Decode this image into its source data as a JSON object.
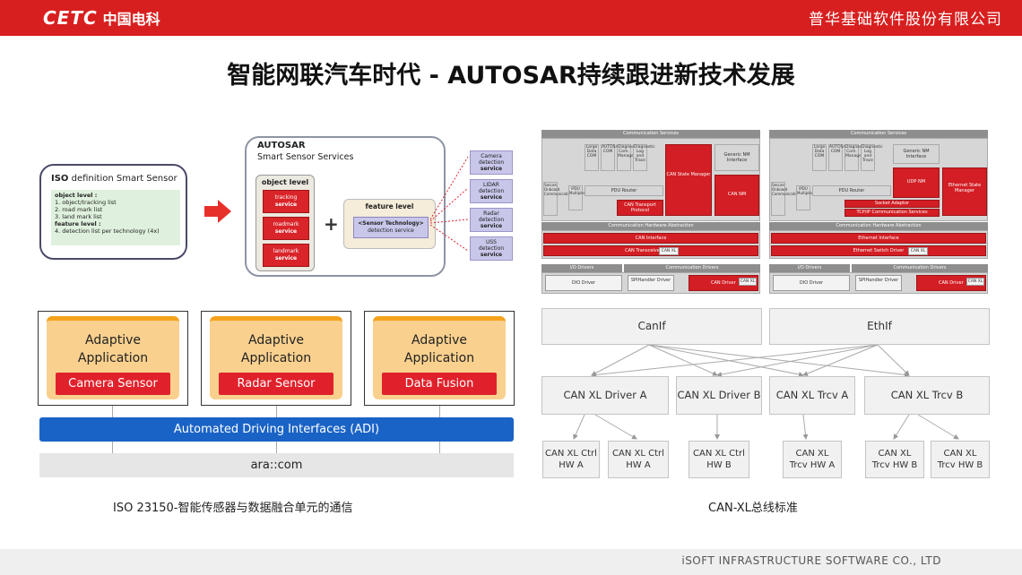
{
  "header": {
    "logo_mark": "CETC",
    "logo_cn": "中国电科",
    "company": "普华基础软件股份有限公司",
    "brand_color": "#d81f1f"
  },
  "title": "智能网联汽车时代 - AUTOSAR持续跟进新技术发展",
  "iso_panel": {
    "title_bold": "ISO",
    "title_rest": " definition Smart Sensor",
    "lines": [
      {
        "text": "object level :",
        "head": true
      },
      {
        "text": "1.  object/tracking list",
        "head": false
      },
      {
        "text": "2.  road mark list",
        "head": false
      },
      {
        "text": "3.  land mark list",
        "head": false
      },
      {
        "text": "feature level :",
        "head": true
      },
      {
        "text": "4.  detection list per technology (4x)",
        "head": false
      }
    ]
  },
  "autosar_panel": {
    "title": "AUTOSAR",
    "subtitle": "Smart Sensor Services",
    "object_level": "object level",
    "object_items": [
      {
        "name": "tracking",
        "svc": "service"
      },
      {
        "name": "roadmark",
        "svc": "service"
      },
      {
        "name": "landmark",
        "svc": "service"
      }
    ],
    "plus": "+",
    "feature_level": "feature level",
    "feature_item_name": "<Sensor Technology>",
    "feature_item_sub": "detection service"
  },
  "detection_services": [
    {
      "name": "Camera",
      "line2": "detection",
      "svc": "service"
    },
    {
      "name": "LIDAR",
      "line2": "detection",
      "svc": "service"
    },
    {
      "name": "Radar",
      "line2": "detection",
      "svc": "service"
    },
    {
      "name": "USS",
      "line2": "detection",
      "svc": "service"
    }
  ],
  "adi": {
    "apps": [
      {
        "title1": "Adaptive",
        "title2": "Application",
        "inner": "Camera Sensor"
      },
      {
        "title1": "Adaptive",
        "title2": "Application",
        "inner": "Radar Sensor"
      },
      {
        "title1": "Adaptive",
        "title2": "Application",
        "inner": "Data Fusion"
      }
    ],
    "interfaces": "Automated Driving Interfaces (ADI)",
    "ara": "ara::com",
    "caption": "ISO 23150-智能传感器与数据融合单元的通信"
  },
  "can_stack_left": {
    "comm_services": "Communication Services",
    "large_data": "Large Data COM",
    "autosar_com": "AUTOSAR COM",
    "diag_com": "Diagnostic Com. Manager",
    "diag_log": "Diagnostic Log and Trace",
    "generic_nm": "Generic NM Interface",
    "state_mgr": "CAN State Manager",
    "nm": "CAN NM",
    "secure_onboard": "Secure Onboard Communication",
    "ipdu_mux": "IPDU Multiplexer",
    "pdu_router": "PDU Router",
    "transport": "CAN Transport Protocol",
    "hw_abstraction": "Communication Hardware Abstraction",
    "interface": "CAN Interface",
    "trcv_driver": "CAN Transceiver Driver",
    "xl_tag": "CAN XL",
    "io_drivers": "I/O Drivers",
    "comm_drivers": "Communication Drivers",
    "dio": "DIO Driver",
    "spi": "SPIHandler Driver",
    "driver": "CAN Driver"
  },
  "can_stack_right": {
    "comm_services": "Communication Services",
    "large_data": "Large Data COM",
    "autosar_com": "AUTOSAR COM",
    "diag_com": "Diagnostic Com. Manager",
    "diag_log": "Diagnostic Log and Trace",
    "generic_nm": "Generic NM Interface",
    "udp_nm": "UDP NM",
    "eth_state": "Ethernet State Manager",
    "secure_onboard": "Secure Onboard Communication",
    "ipdu_mux": "IPDU Multiplexer",
    "pdu_router": "PDU Router",
    "socket": "Socket Adaptor",
    "tcpip": "TCP/IP Communication Services",
    "hw_abstraction": "Communication Hardware Abstraction",
    "eth_interface": "Ethernet Interface",
    "switch_driver": "Ethernet Switch Driver",
    "xl_tag": "CAN XL",
    "io_drivers": "I/O Drivers",
    "comm_drivers": "Communication Drivers",
    "dio": "DIO Driver",
    "spi": "SPIHandler Driver",
    "driver": "CAN Driver"
  },
  "can_xl": {
    "canif": "CanIf",
    "ethif": "EthIf",
    "drivers": [
      "CAN XL Driver A",
      "CAN XL Driver B",
      "CAN XL Trcv A",
      "CAN XL Trcv B"
    ],
    "hw": [
      {
        "l1": "CAN XL Ctrl",
        "l2": "HW A"
      },
      {
        "l1": "CAN XL Ctrl",
        "l2": "HW A"
      },
      {
        "l1": "CAN XL Ctrl",
        "l2": "HW B"
      },
      {
        "l1": "CAN XL",
        "l2": "Trcv HW A"
      },
      {
        "l1": "CAN XL",
        "l2": "Trcv HW B"
      },
      {
        "l1": "CAN XL",
        "l2": "Trcv HW B"
      }
    ],
    "caption": "CAN-XL总线标准"
  },
  "footer": "iSOFT INFRASTRUCTURE SOFTWARE CO., LTD"
}
